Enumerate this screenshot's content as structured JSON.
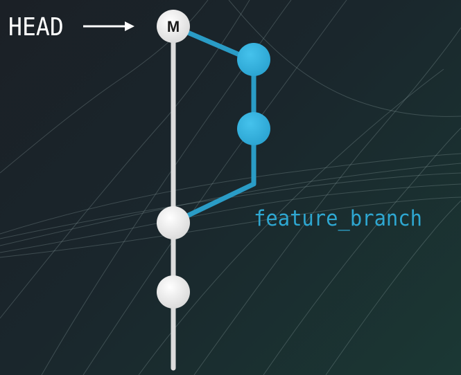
{
  "labels": {
    "head": "HEAD",
    "branch": "feature_branch",
    "merge_commit": "M"
  },
  "colors": {
    "main_line": "#dcdcdc",
    "main_commit": "#e6e6e6",
    "branch_line": "#2a9cc6",
    "branch_commit": "#36b3df",
    "arrow": "#ffffff"
  }
}
